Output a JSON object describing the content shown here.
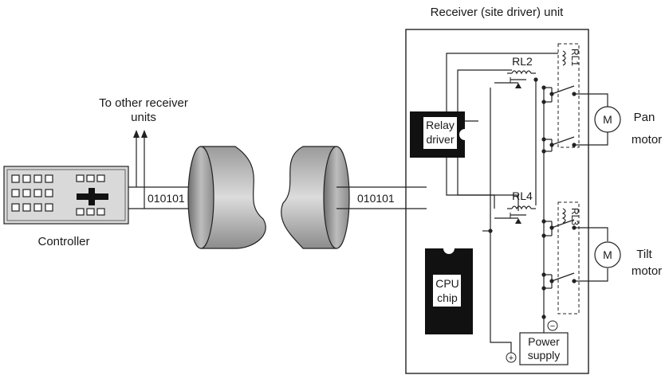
{
  "title": "Receiver (site driver) unit",
  "controller": {
    "label": "Controller",
    "note_line1": "To other receiver",
    "note_line2": "units"
  },
  "signal_left": "010101",
  "signal_right": "010101",
  "relay_driver": {
    "line1": "Relay",
    "line2": "driver"
  },
  "cpu": {
    "line1": "CPU",
    "line2": "chip"
  },
  "power": {
    "line1": "Power",
    "line2": "supply",
    "plus": "+",
    "minus": "−"
  },
  "relays": {
    "rl1": "RL1",
    "rl2": "RL2",
    "rl3": "RL3",
    "rl4": "RL4"
  },
  "motors": {
    "symbol": "M",
    "pan_line1": "Pan",
    "pan_line2": "motor",
    "tilt_line1": "Tilt",
    "tilt_line2": "motor"
  }
}
